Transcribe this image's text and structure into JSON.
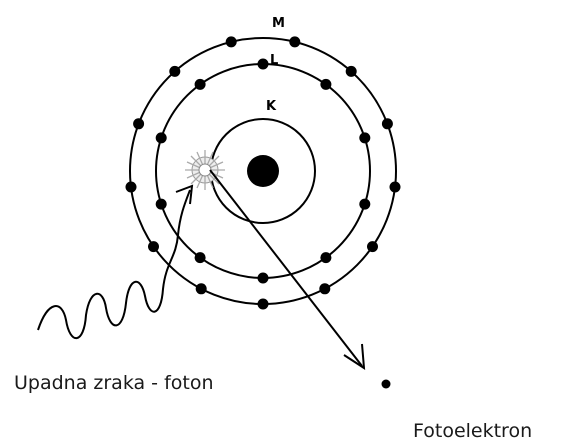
{
  "shells": [
    {
      "label": "K",
      "electrons": 0
    },
    {
      "label": "L",
      "electrons": 10
    },
    {
      "label": "M",
      "electrons": 13
    }
  ],
  "labels": {
    "photon": "Upadna zraka - foton",
    "photoelectron": "Fotoelektron"
  },
  "colors": {
    "stroke": "#000000",
    "background": "#ffffff",
    "flash": "#bbbbbb"
  }
}
